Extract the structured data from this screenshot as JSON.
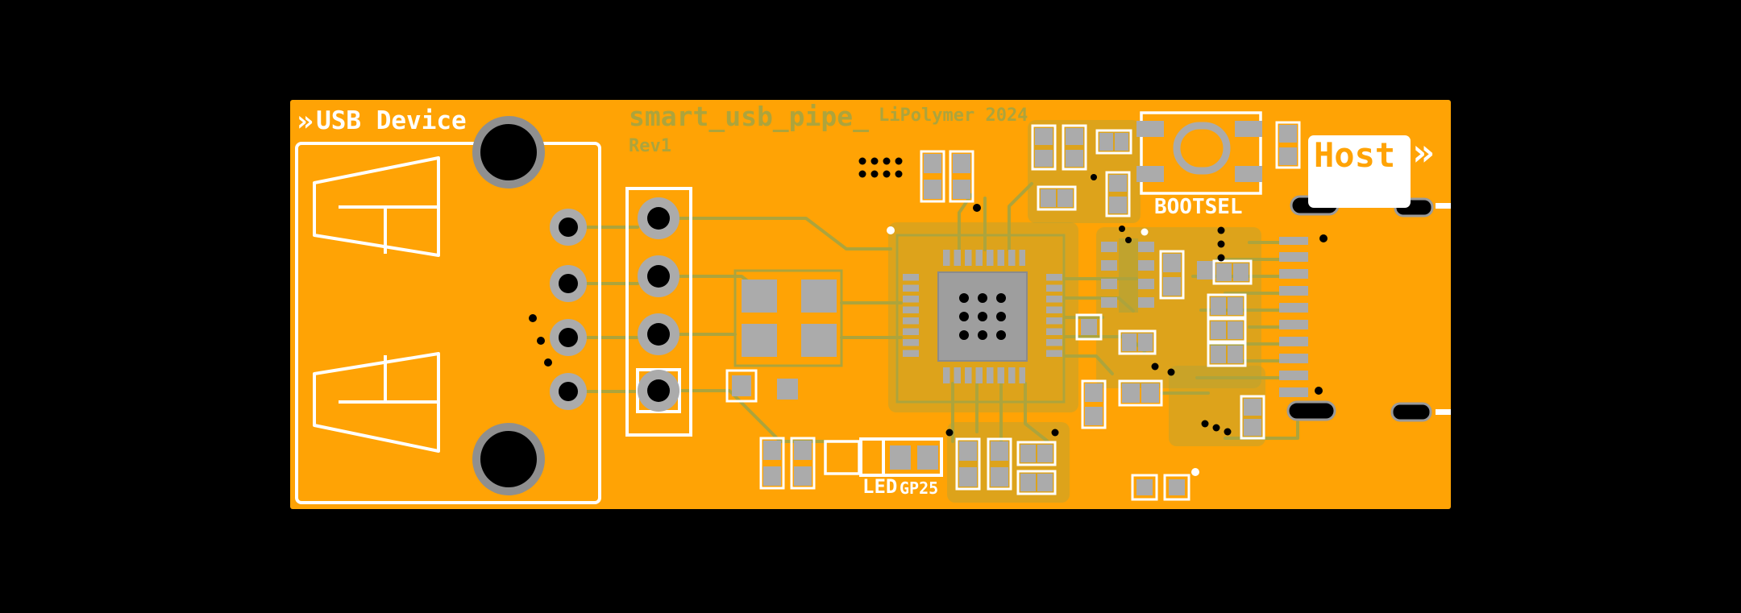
{
  "board": {
    "colors": {
      "background": "#000000",
      "soldermask": "#FFA305",
      "copper": "#ADA43C",
      "pad": "#ABABAB",
      "silkscreen": "#FFFFFF",
      "hole": "#000000",
      "chip_body": "#9E9E9E",
      "ring": "#8F8F8F"
    },
    "titleblock": {
      "title": "smart_usb_pipe_",
      "maker": "LiPolymer 2024",
      "revision": "Rev1"
    },
    "labels": {
      "usb_device_arrow": "»",
      "usb_device": "USB Device",
      "bootsel": "BOOTSEL",
      "host": "Host",
      "host_arrow": "»",
      "led": "LED",
      "led_gpio": "GP25"
    }
  }
}
